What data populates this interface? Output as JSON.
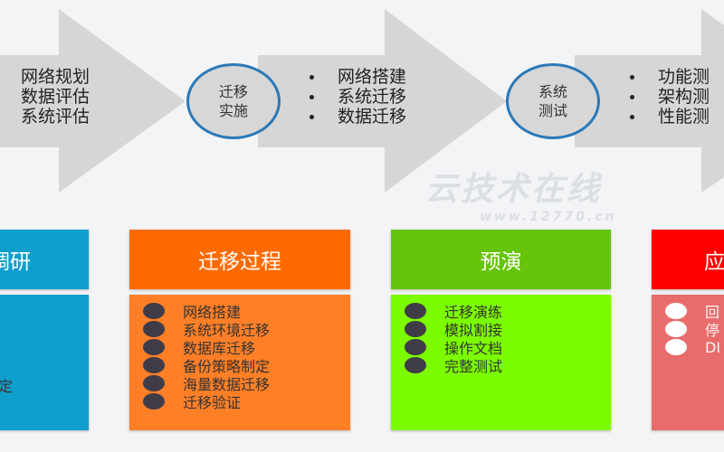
{
  "flow": {
    "stage1_items": [
      "网络规划",
      "数据评估",
      "系统评估"
    ],
    "stage2_circle": [
      "迁移",
      "实施"
    ],
    "stage2_items": [
      "网络搭建",
      "系统迁移",
      "数据迁移"
    ],
    "stage3_circle": [
      "系统",
      "测试"
    ],
    "stage3_items": [
      "功能测",
      "架构测",
      "性能测"
    ]
  },
  "watermark": {
    "title": "云技术在线",
    "url": "www.12770.cn"
  },
  "cards": [
    {
      "title": "调研",
      "color": "#0f9fcd",
      "items": [
        "定"
      ]
    },
    {
      "title": "迁移过程",
      "color": "#ff6a00",
      "body_color": "#ff7f26",
      "items": [
        "网络搭建",
        "系统环境迁移",
        "数据库迁移",
        "备份策略制定",
        "海量数据迁移",
        "迁移验证"
      ]
    },
    {
      "title": "预演",
      "color": "#66c40a",
      "body_color": "#7cfc00",
      "items": [
        "迁移演练",
        "模拟割接",
        "操作文档",
        "完整测试"
      ]
    },
    {
      "title": "应",
      "color": "#ff0000",
      "body_color": "#e86c6c",
      "items": [
        "回",
        "停",
        "DI"
      ]
    }
  ]
}
